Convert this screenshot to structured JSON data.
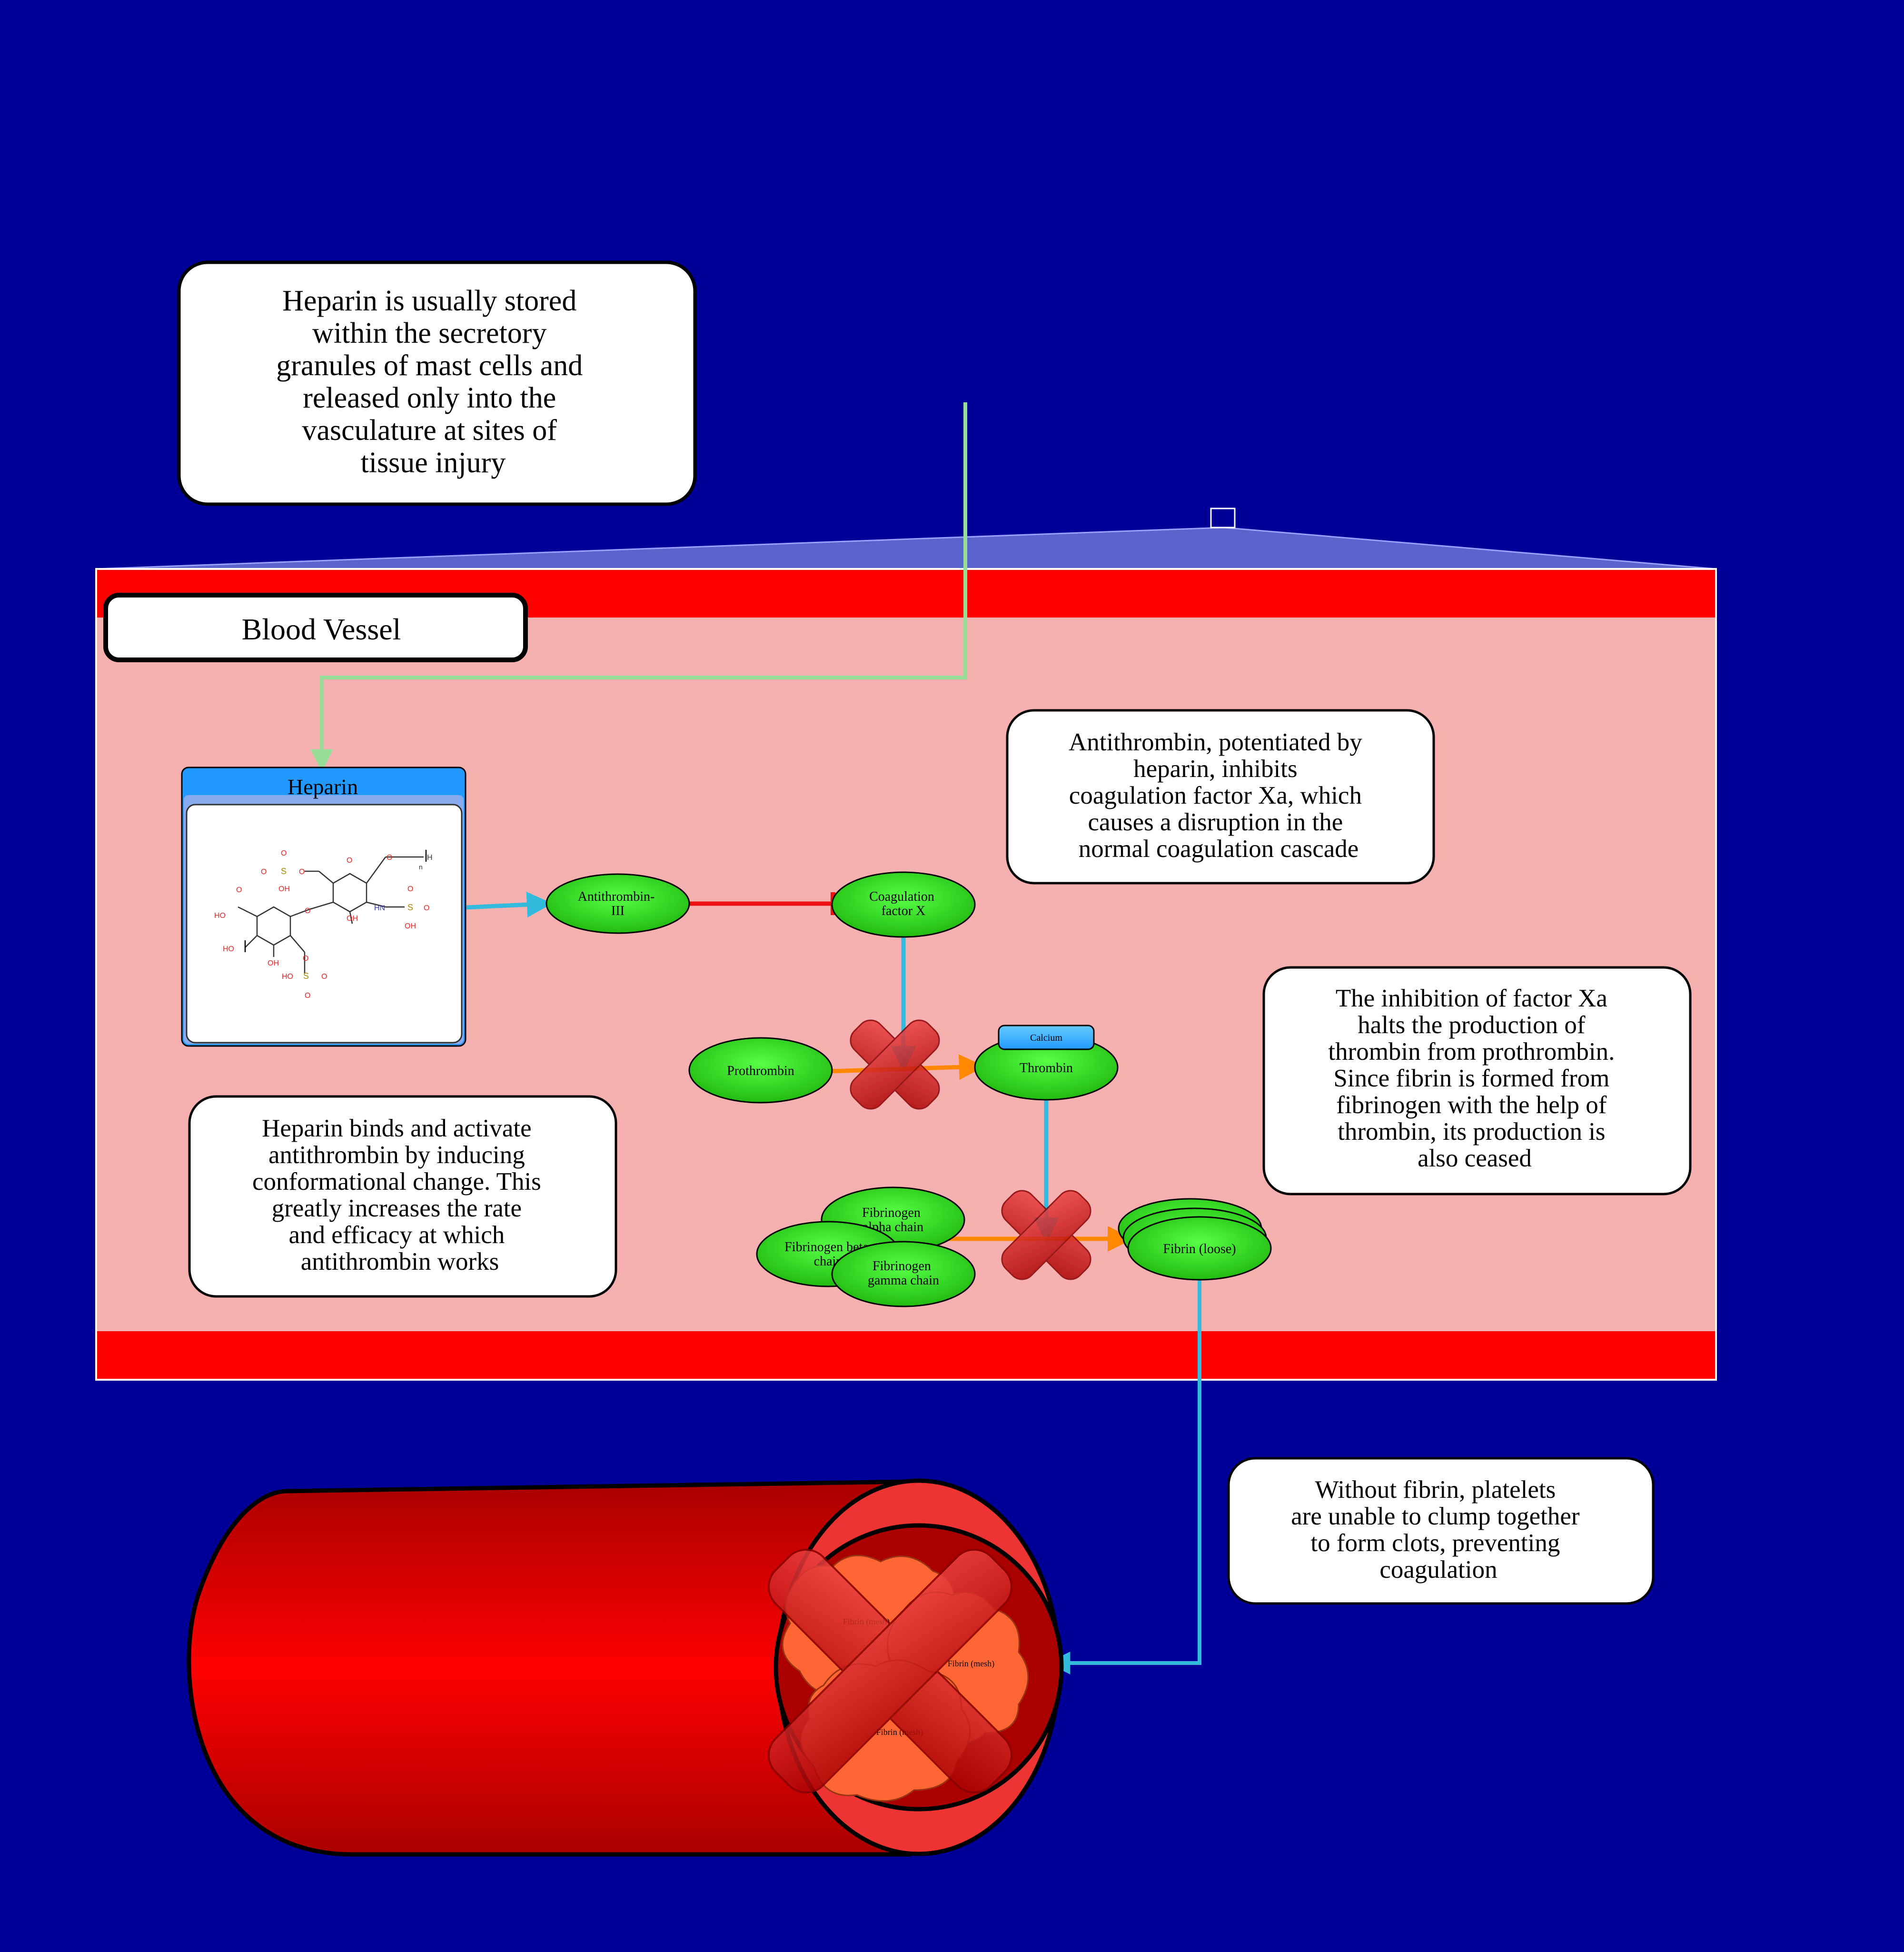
{
  "notes": {
    "storage": [
      "Heparin is usually stored",
      "within the secretory",
      "granules of mast cells and",
      "released only into the",
      "vasculature at sites of",
      "tissue injury"
    ],
    "antithrombin": [
      "Antithrombin, potentiated by",
      "heparin, inhibits",
      "coagulation factor Xa, which",
      "causes a disruption in the",
      "normal coagulation cascade"
    ],
    "binding": [
      "Heparin binds and activate",
      "antithrombin by inducing",
      "conformational change. This",
      "greatly increases the rate",
      "and efficacy at which",
      "antithrombin works"
    ],
    "inhibition": [
      "The inhibition of factor Xa",
      "halts the production of",
      "thrombin from prothrombin.",
      "Since fibrin is formed from",
      "fibrinogen with the help of",
      "thrombin, its production is",
      "also ceased"
    ],
    "fibrin": [
      "Without fibrin, platelets",
      "are unable to clump together",
      "to form clots, preventing",
      "coagulation"
    ]
  },
  "compartment": {
    "label": "Blood Vessel"
  },
  "heparin": {
    "label": "Heparin",
    "atoms": {
      "o": "O",
      "s": "S",
      "oh": "OH",
      "ho": "HO",
      "hn": "HN",
      "h": "H",
      "n": "n"
    }
  },
  "nodes": {
    "antithrombin": [
      "Antithrombin-",
      "III"
    ],
    "factor_x": [
      "Coagulation",
      "factor X"
    ],
    "prothrombin": [
      "Prothrombin"
    ],
    "thrombin": [
      "Thrombin"
    ],
    "calcium": "Calcium",
    "fib_alpha": [
      "Fibrinogen",
      "alpha chain"
    ],
    "fib_beta": [
      "Fibrinogen beta",
      "chain"
    ],
    "fib_gamma": [
      "Fibrinogen",
      "gamma chain"
    ],
    "fibrin_loose": [
      "Fibrin (loose)"
    ],
    "fibrin_mesh": "Fibrin (mesh)"
  },
  "colors": {
    "background": "#000099",
    "vessel_wall": "#ff0000",
    "vessel_lumen": "#f7b0b0",
    "node_fill": "#33dd22",
    "inhibit_line": "#ee1111",
    "activation_line": "#ff8800",
    "flow_line": "#33bbdd",
    "storage_line": "#99dd99",
    "heparin_header": "#2299ff",
    "fibrin_mesh": "#ff6633"
  }
}
